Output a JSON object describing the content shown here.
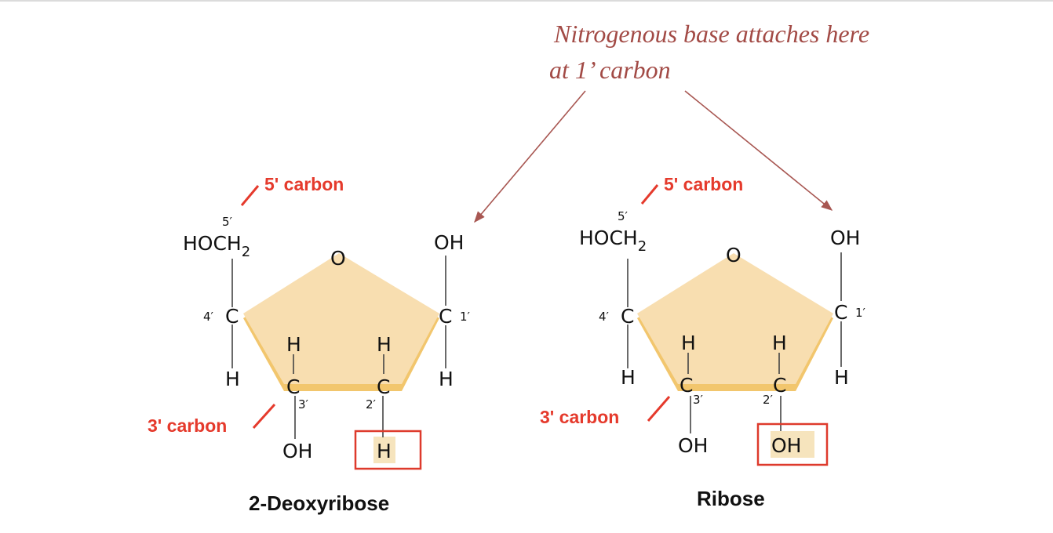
{
  "annotation": {
    "line1": "Nitrogenous base attaches here",
    "line2": "at 1’ carbon"
  },
  "molecules": [
    {
      "name": "2-Deoxyribose",
      "five_prime_label": "5' carbon",
      "three_prime_label": "3' carbon",
      "ring_oxygen": "O",
      "c5_prime": "5′",
      "hoch_main": "HOCH",
      "hoch_sub": "2",
      "c4": "C",
      "c4_prime": "4′",
      "c4_h": "H",
      "c1": "C",
      "c1_prime": "1′",
      "c1_top": "OH",
      "c1_h": "H",
      "c3": "C",
      "c3_prime": "3′",
      "c3_top_h": "H",
      "c3_bottom": "OH",
      "c2": "C",
      "c2_prime": "2′",
      "c2_top_h": "H",
      "c2_bottom": "H"
    },
    {
      "name": "Ribose",
      "five_prime_label": "5' carbon",
      "three_prime_label": "3' carbon",
      "ring_oxygen": "O",
      "c5_prime": "5′",
      "hoch_main": "HOCH",
      "hoch_sub": "2",
      "c4": "C",
      "c4_prime": "4′",
      "c4_h": "H",
      "c1": "C",
      "c1_prime": "1′",
      "c1_top": "OH",
      "c1_h": "H",
      "c3": "C",
      "c3_prime": "3′",
      "c3_top_h": "H",
      "c3_bottom": "OH",
      "c2": "C",
      "c2_prime": "2′",
      "c2_top_h": "H",
      "c2_bottom": "OH"
    }
  ],
  "colors": {
    "ring_fill": "#f8deb0",
    "ring_edge": "#f2c66d",
    "label_red": "#e53a2c",
    "box_red": "#de3a2c",
    "highlight": "#f6e4bd",
    "annotation": "#a24a45",
    "arrow": "#a85752"
  }
}
